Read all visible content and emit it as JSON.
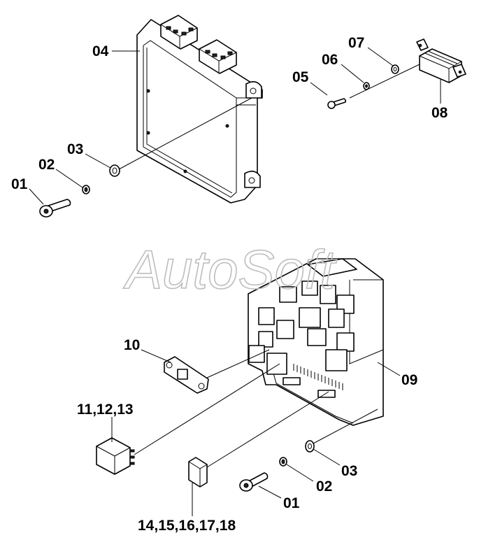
{
  "watermark": "AutoSoft",
  "callouts": {
    "c01_top": "01",
    "c02_top": "02",
    "c03_top": "03",
    "c04": "04",
    "c05": "05",
    "c06": "06",
    "c07": "07",
    "c08": "08",
    "c09": "09",
    "c10": "10",
    "c11": "11,12,13",
    "c14": "14,15,16,17,18",
    "c03_bot": "03",
    "c02_bot": "02",
    "c01_bot": "01"
  }
}
